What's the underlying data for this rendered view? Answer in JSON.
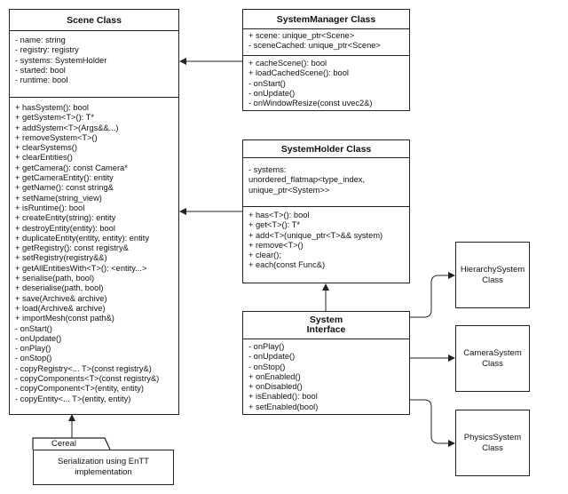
{
  "scene": {
    "title": "Scene Class",
    "attributes": [
      "- name: string",
      "- registry: registry",
      "- systems: SystemHolder",
      "- started: bool",
      "- runtime: bool"
    ],
    "methods": [
      "+ hasSystem(): bool",
      "+ getSystem<T>(): T*",
      "+ addSystem<T>(Args&&...)",
      "+ removeSystem<T>()",
      "+ clearSystems()",
      "+ clearEntities()",
      "+ getCamera(): const Camera*",
      "+ getCameraEntity(): entity",
      "+ getName(): const string&",
      "+ setName(string_view)",
      "+ isRuntime(): bool",
      "+ createEntity(string): entity",
      "+ destroyEntity(entity): bool",
      "+ duplicateEntity(entity, entity): entity",
      "+ getRegistry(): const registry&",
      "+ setRegistry(registry&&)",
      "+ getAllEntitiesWith<T>(): <entity...>",
      "+ serialise(path, bool)",
      "+ deserialise(path, bool)",
      "+ save(Archive& archive)",
      "+ load(Archive& archive)",
      "+ importMesh(const path&)",
      "- onStart()",
      "- onUpdate()",
      "- onPlay()",
      "- onStop()",
      "- copyRegistry<... T>(const registry&)",
      "- copyComponents<T>(const registry&)",
      "- copyComponent<T>(entity, entity)",
      "- copyEntity<... T>(entity, entity)"
    ]
  },
  "system_manager": {
    "title": "SystemManager Class",
    "attributes": [
      "+ scene: unique_ptr<Scene>",
      "- sceneCached: unique_ptr<Scene>"
    ],
    "methods": [
      "+ cacheScene(): bool",
      "+ loadCachedScene(): bool",
      "- onStart()",
      "- onUpdate()",
      "- onWindowResize(const uvec2&)"
    ]
  },
  "system_holder": {
    "title": "SystemHolder Class",
    "attributes": [
      "- systems:",
      "unordered_flatmap<type_index,",
      "unique_ptr<System>>"
    ],
    "methods": [
      "+ has<T>(): bool",
      "+ get<T>(): T*",
      "+ add<T>(unique_ptr<T>&& system)",
      "+ remove<T>()",
      "+ clear();",
      "+ each(const Func&)"
    ]
  },
  "system_interface": {
    "title_line1": "System",
    "title_line2": "Interface",
    "methods": [
      "- onPlay()",
      "- onUpdate()",
      "- onStop()",
      "+ onEnabled()",
      "+ onDisabled()",
      "+ isEnabled(): bool",
      "+ setEnabled(bool)"
    ]
  },
  "hierarchy_system": {
    "line1": "HierarchySystem",
    "line2": "Class"
  },
  "camera_system": {
    "line1": "CameraSystem",
    "line2": "Class"
  },
  "physics_system": {
    "line1": "PhysicsSystem",
    "line2": "Class"
  },
  "cereal": {
    "tab_label": "Cereal",
    "line1": "Serialization using EnTT",
    "line2": "implementation"
  }
}
